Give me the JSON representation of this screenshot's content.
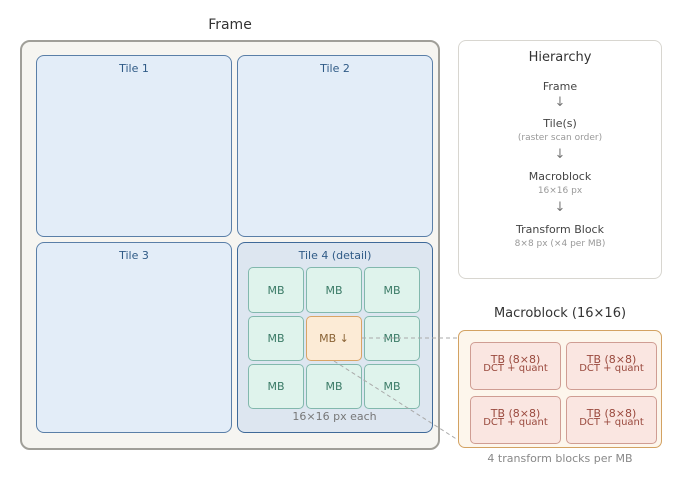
{
  "frame": {
    "title": "Frame",
    "tiles": [
      {
        "label": "Tile 1"
      },
      {
        "label": "Tile 2"
      },
      {
        "label": "Tile 3"
      },
      {
        "label": "Tile 4 (detail)"
      }
    ],
    "tile4": {
      "macroblocks": [
        "MB",
        "MB",
        "MB",
        "MB",
        "MB ↓",
        "MB",
        "MB",
        "MB",
        "MB"
      ],
      "highlighted_index": 4,
      "caption": "16×16 px each"
    }
  },
  "hierarchy": {
    "title": "Hierarchy",
    "levels": [
      {
        "name": "Frame",
        "note": ""
      },
      {
        "name": "Tile(s)",
        "note": "(raster scan order)"
      },
      {
        "name": "Macroblock",
        "note": "16×16 px"
      },
      {
        "name": "Transform Block",
        "note": "8×8 px (×4 per MB)"
      }
    ],
    "arrow": "↓"
  },
  "macroblock_detail": {
    "title": "Macroblock (16×16)",
    "transform_blocks": [
      {
        "label": "TB (8×8)",
        "sub": "DCT + quant"
      },
      {
        "label": "TB (8×8)",
        "sub": "DCT + quant"
      },
      {
        "label": "TB (8×8)",
        "sub": "DCT + quant"
      },
      {
        "label": "TB (8×8)",
        "sub": "DCT + quant"
      }
    ],
    "caption": "4 transform blocks per MB"
  }
}
